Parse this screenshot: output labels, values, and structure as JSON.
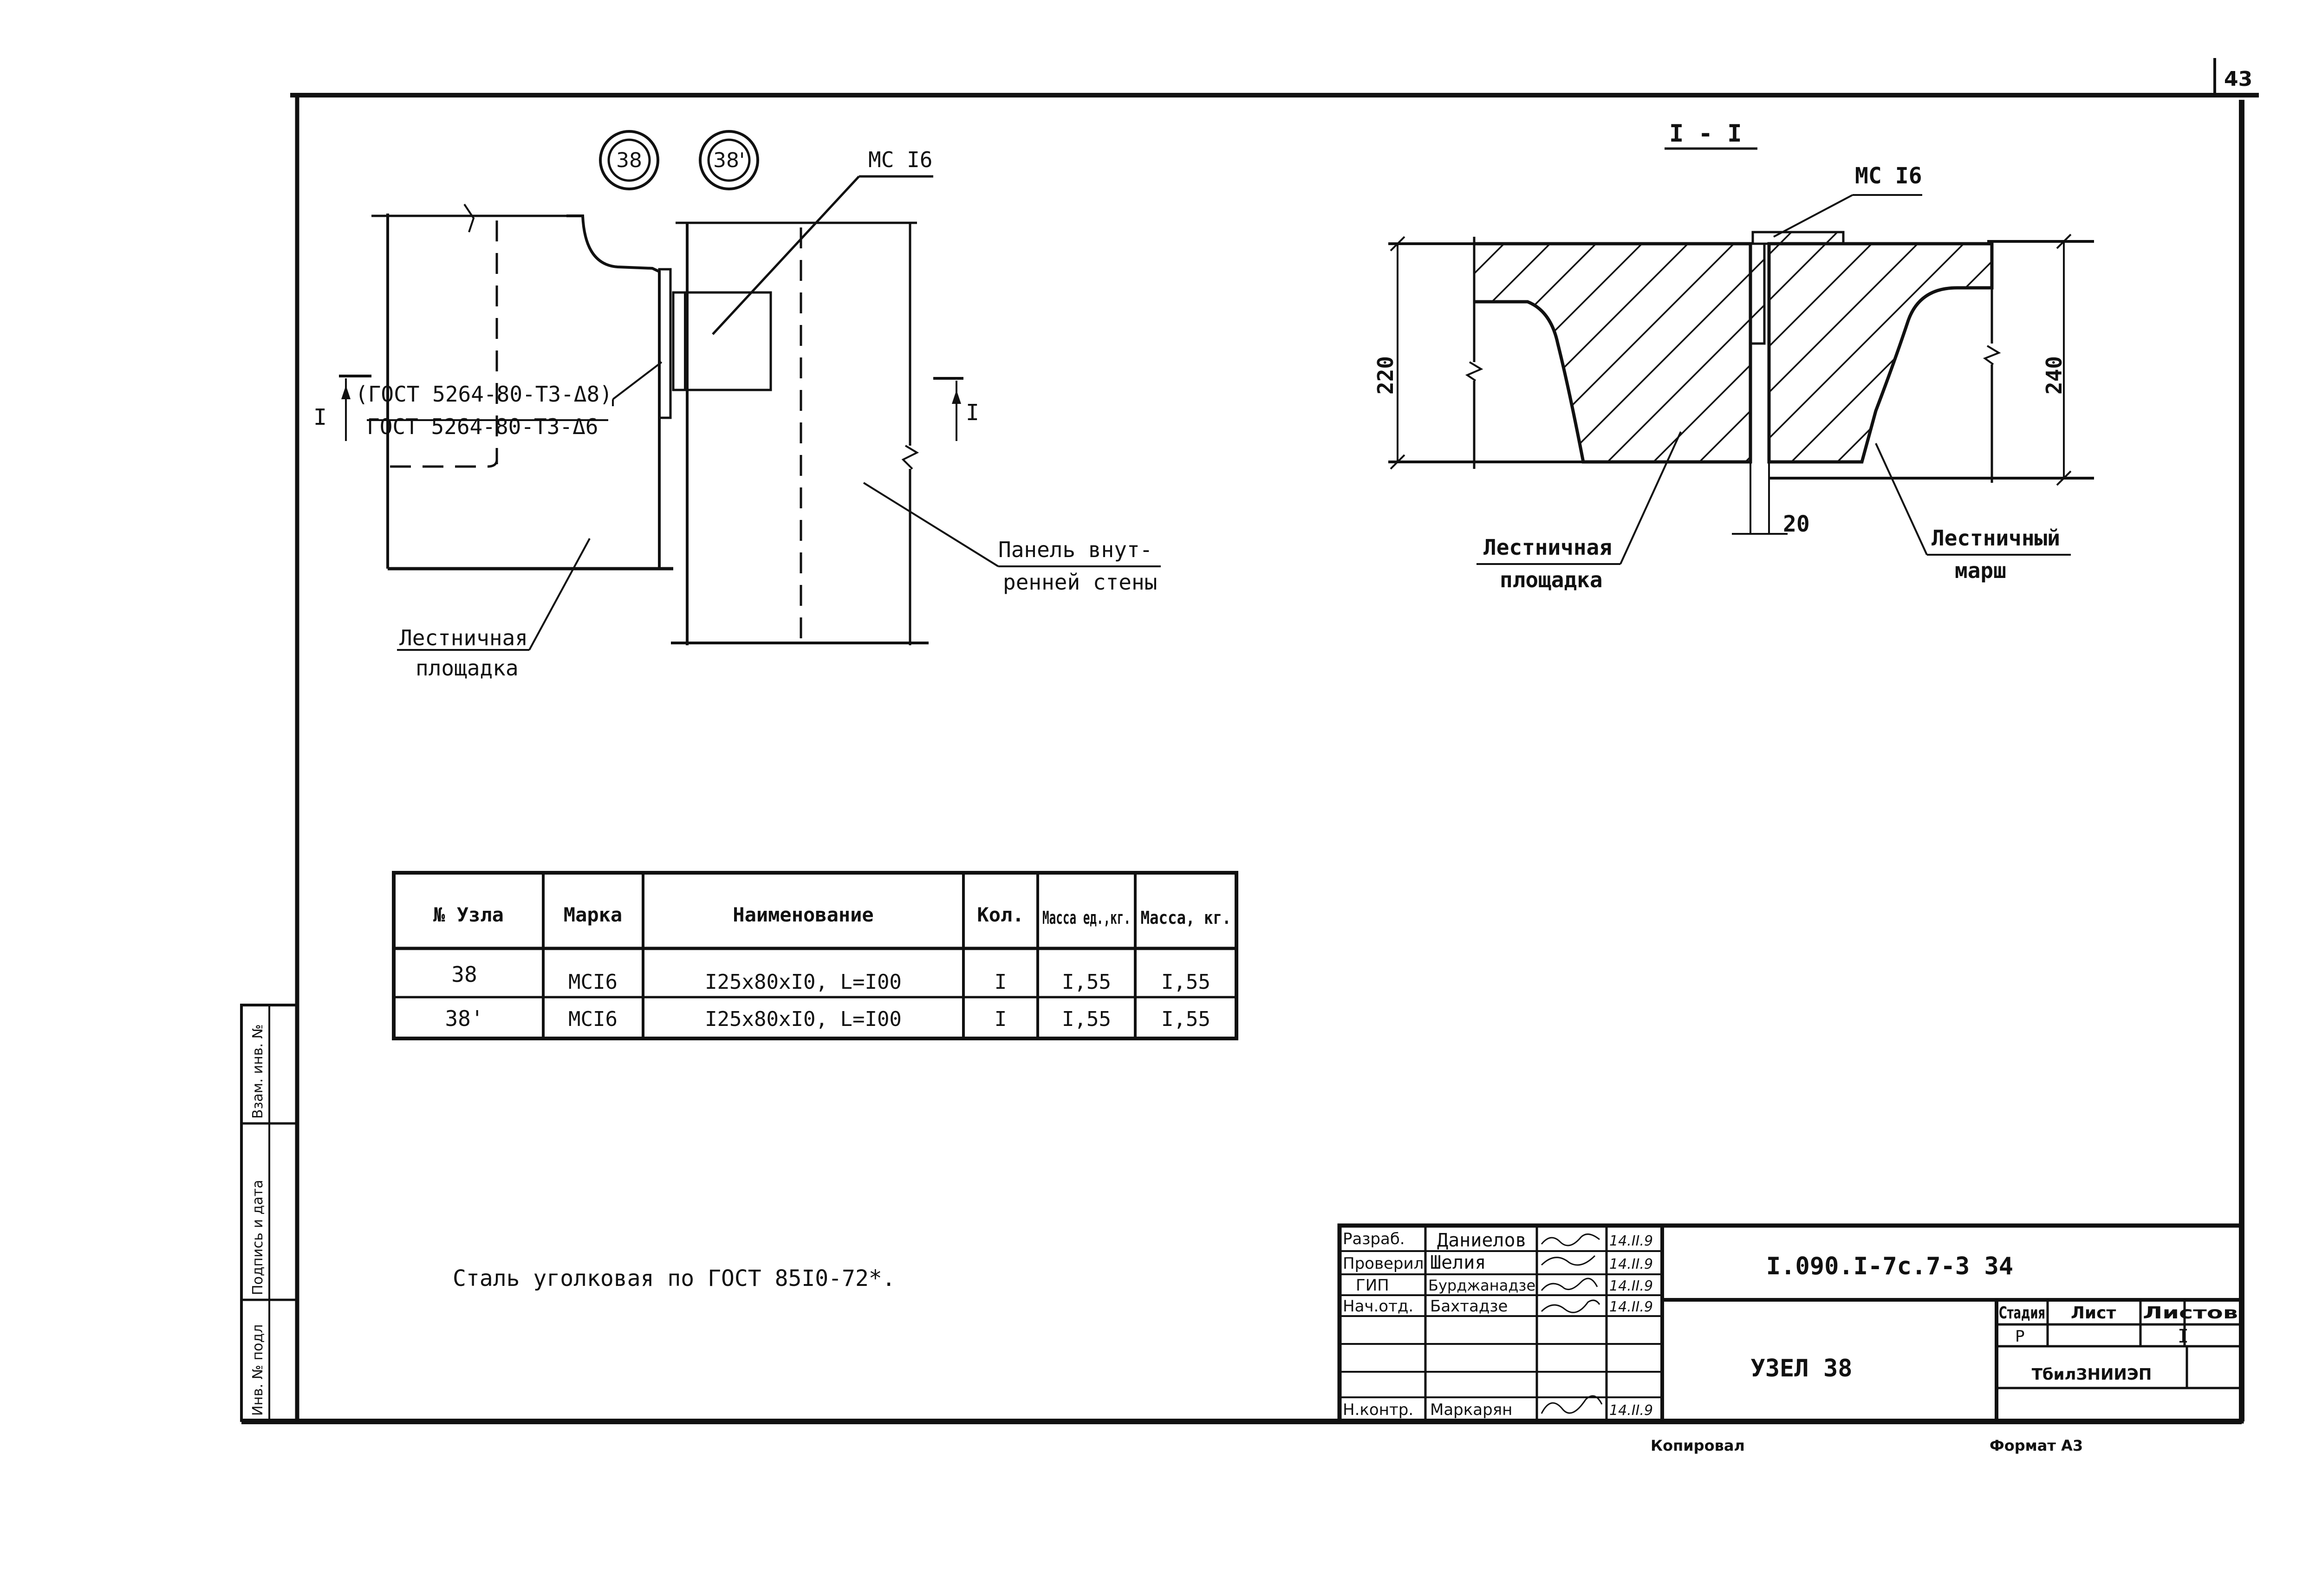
{
  "sheet_number": "43",
  "plan_view": {
    "node_marks": [
      "38",
      "38'"
    ],
    "mc_label": "МС I6",
    "weld_label_1": "(ГОСТ 5264-80-ТЗ-Δ8)",
    "weld_label_2": "ГОСТ 5264-80-ТЗ-Δ6",
    "section_mark_left": "I",
    "section_mark_right": "I",
    "panel_label_1": "Панель внут-",
    "panel_label_2": "ренней стены",
    "landing_label_1": "Лестничная",
    "landing_label_2": "площадка"
  },
  "section_view": {
    "title": "I - I",
    "mc_label": "МС I6",
    "dim_left": "220",
    "dim_right": "240",
    "dim_gap": "20",
    "landing_label_1": "Лестничная",
    "landing_label_2": "площадка",
    "march_label_1": "Лестничный",
    "march_label_2": "марш"
  },
  "spec_table": {
    "headers": [
      "№ Узла",
      "Марка",
      "Наименование",
      "Кол.",
      "Масса ед.,кг.",
      "Масса, кг."
    ],
    "rows": [
      [
        "38",
        "МСI6",
        "I25х80хI0, L=I00",
        "I",
        "I,55",
        "I,55"
      ],
      [
        "38'",
        "МСI6",
        "I25х80хI0, L=I00",
        "I",
        "I,55",
        "I,55"
      ]
    ]
  },
  "note": "Сталь уголковая по ГОСТ 85I0-72*.",
  "left_strip": [
    "Взам. инв. №",
    "Подпись и дата",
    "Инв. № подл"
  ],
  "title_block": {
    "roles": [
      "Разраб.",
      "Проверил",
      "ГИП",
      "Нач.отд.",
      "",
      "",
      "Н.контр."
    ],
    "names": [
      "Даниелов",
      "Шелия",
      "Бурджанадзе",
      "Бахтадзе",
      "",
      "",
      "Маркарян"
    ],
    "dates": [
      "14.II.9",
      "14.II.9",
      "14.II.9",
      "14.II.9",
      "",
      "",
      "14.II.9"
    ],
    "doc_code": "I.090.I-7с.7-3 34",
    "drawing_title": "УЗЕЛ 38",
    "stage_header": "Стадия",
    "sheet_header": "Лист",
    "sheets_header": "Листов",
    "stage_value": "Р",
    "sheet_value": "",
    "sheets_value": "I",
    "organization": "ТбилЗНИИЭП"
  },
  "footer": {
    "copied": "Копировал",
    "format": "Формат А3"
  }
}
